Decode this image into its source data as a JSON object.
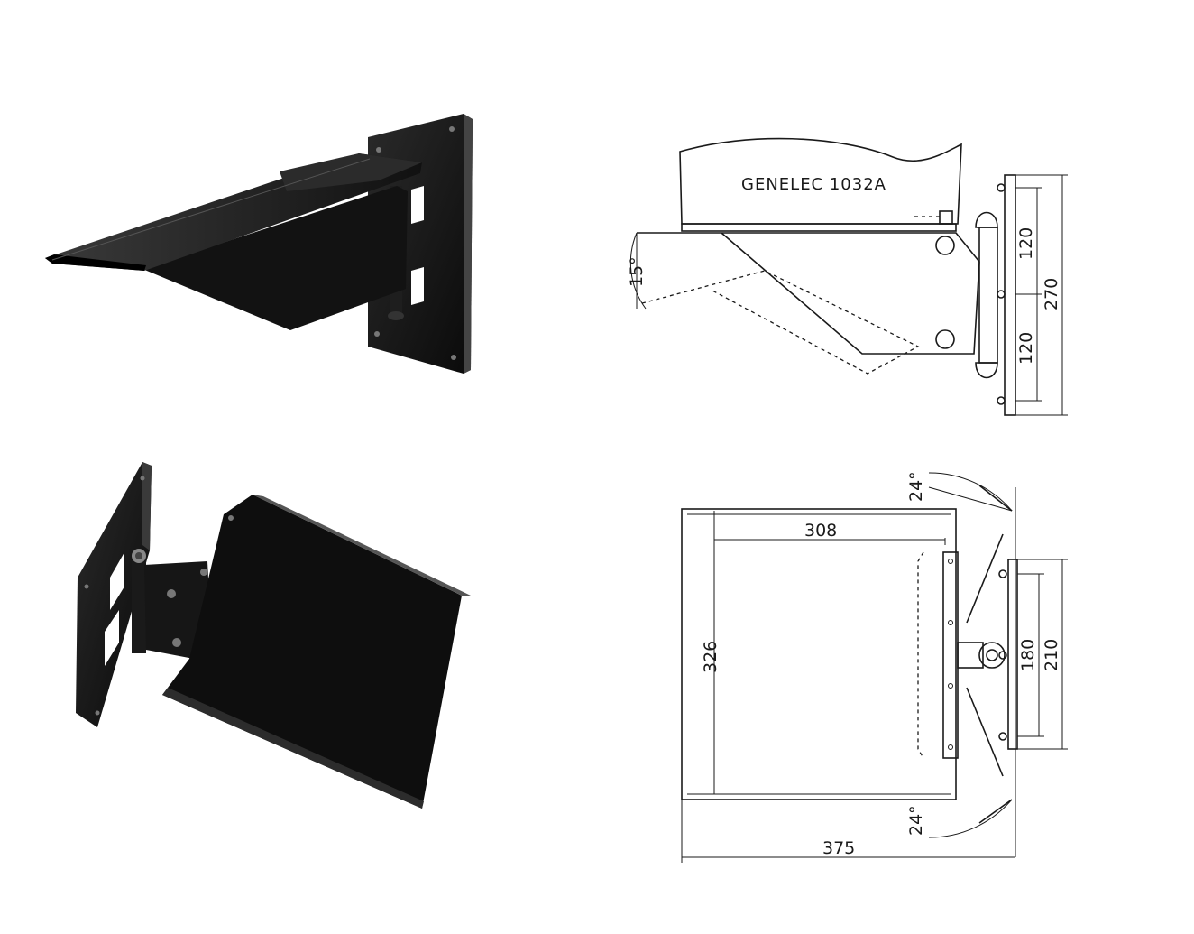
{
  "side_view": {
    "label": "GENELEC 1032A",
    "tilt_angle": "15°",
    "dim_upper": "120",
    "dim_lower": "120",
    "dim_total": "270"
  },
  "top_view": {
    "angle_top": "24°",
    "angle_bottom": "24°",
    "dim_inner_width": "308",
    "dim_depth": "326",
    "dim_overall": "375",
    "dim_inner_plate": "180",
    "dim_plate": "210"
  },
  "colors": {
    "bracket_black": "#111111",
    "line": "#1a1a1a",
    "background": "#ffffff"
  }
}
